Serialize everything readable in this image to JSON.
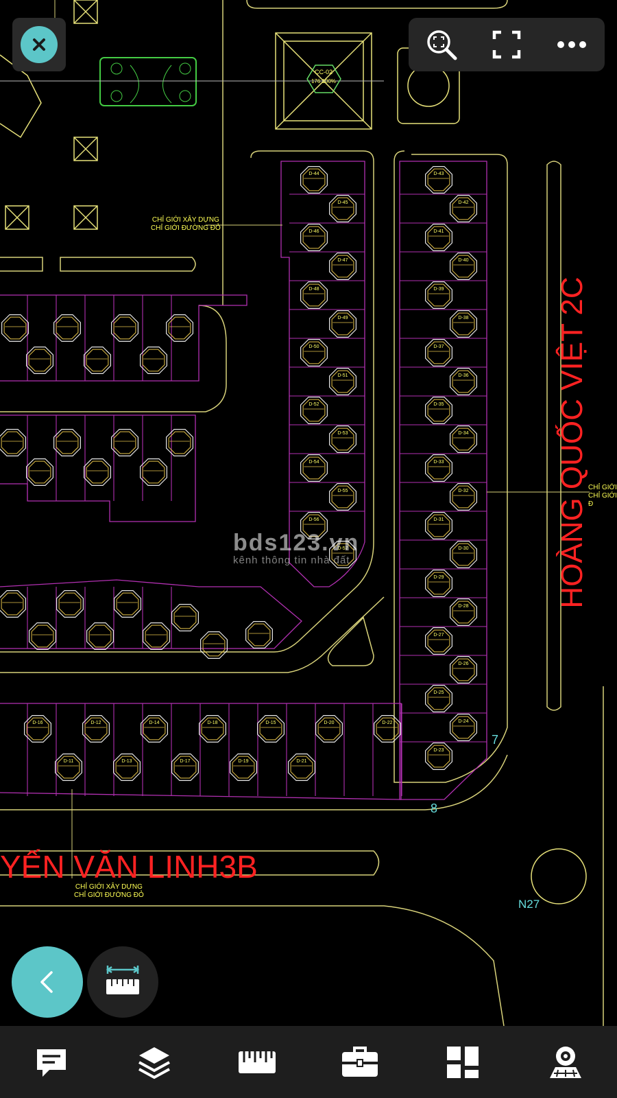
{
  "watermark": {
    "brand": "bds123.vn",
    "tagline": "kênh thông tin nhà đất"
  },
  "map_labels": {
    "street_east": "HOÀNG QUỐC VIỆT 2C",
    "street_south": "YẾN VĂN LINH3B",
    "setback_line_1": "CHỈ GIỚI XÂY DỰNG",
    "setback_line_2": "CHỈ GIỚI ĐƯỜNG ĐỎ",
    "setback_right_1": "CHỈ GIỚI",
    "setback_right_2": "CHỈ GIỚI Đ",
    "node_7": "7",
    "node_8": "8",
    "node_n27": "N27",
    "cc_label": "CC-02",
    "cc_value": "176 100%"
  },
  "lots_right_column": [
    "D-43",
    "D-42",
    "D-41",
    "D-40",
    "D-39",
    "D-38",
    "D-37",
    "D-36",
    "D-35",
    "D-34",
    "D-33",
    "D-32",
    "D-31",
    "D-30",
    "D-29",
    "D-28",
    "D-27",
    "D-26",
    "D-25",
    "D-24",
    "D-23"
  ],
  "lots_mid_column": [
    "D-44",
    "D-45",
    "D-46",
    "D-47",
    "D-48",
    "D-49",
    "D-50",
    "D-51",
    "D-52",
    "D-53",
    "D-54",
    "D-55",
    "D-56",
    "D-57"
  ],
  "lots_bottom_row": [
    "D-16",
    "D-12",
    "D-14",
    "D-18",
    "D-15",
    "D-20",
    "D-22",
    "D-11",
    "D-13",
    "D-17",
    "D-19",
    "D-21"
  ],
  "toolbar": {
    "zoom_icon": "zoom-fit-icon",
    "fullscreen_icon": "fullscreen-icon",
    "more_icon": "more-icon"
  },
  "bottom_nav": [
    "comment-icon",
    "layers-icon",
    "ruler-icon",
    "toolbox-icon",
    "layout-icon",
    "user-icon"
  ],
  "colors": {
    "accent": "#5cc6c8",
    "street_text": "#ff2222",
    "lot_outline": "#b230b2",
    "lot_label": "#ffff66"
  }
}
